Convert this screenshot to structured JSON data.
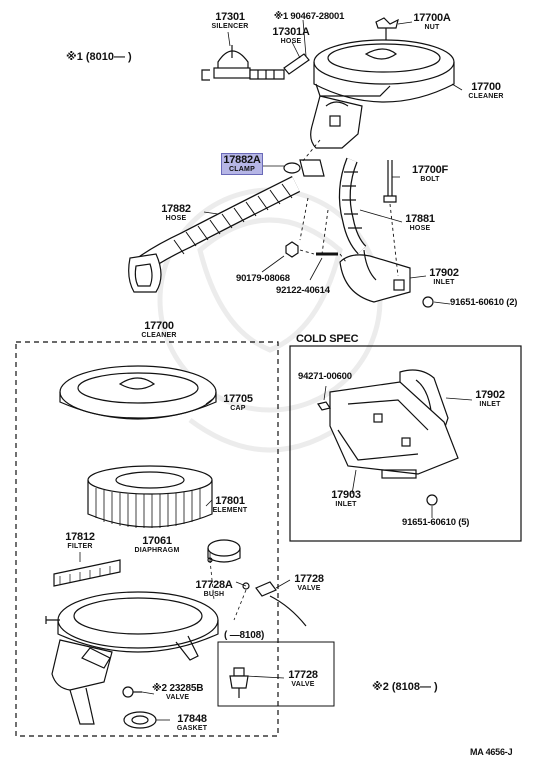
{
  "labels": {
    "silencer_num": "17301",
    "silencer_name": "SILENCER",
    "hose_a_num": "17301A",
    "hose_a_name": "HOSE",
    "hose_b_num": "※1 90467-28001",
    "nut_num": "17700A",
    "nut_name": "NUT",
    "cleaner_top_num": "17700",
    "cleaner_top_name": "CLEANER",
    "clamp_num": "17882A",
    "clamp_name": "CLAMP",
    "bolt_num": "17700F",
    "bolt_name": "BOLT",
    "hose_17882_num": "17882",
    "hose_17882_name": "HOSE",
    "hose_17881_num": "17881",
    "hose_17881_name": "HOSE",
    "part_90179": "90179-08068",
    "part_92122": "92122-40614",
    "inlet_top_num": "17902",
    "inlet_top_name": "INLET",
    "part_91651_top": "91651-60610 (2)",
    "cleaner_box_num": "17700",
    "cleaner_box_name": "CLEANER",
    "cap_num": "17705",
    "cap_name": "CAP",
    "element_num": "17801",
    "element_name": "ELEMENT",
    "filter_num": "17812",
    "filter_name": "FILTER",
    "diaphragm_num": "17061",
    "diaphragm_name": "DIAPHRAGM",
    "bush_num": "17728A",
    "bush_name": "BUSH",
    "valve_a_num": "17728",
    "valve_a_name": "VALVE",
    "valve_b_num": "17728",
    "valve_b_name": "VALVE",
    "valve_c_num": "※2 23285B",
    "valve_c_name": "VALVE",
    "gasket_num": "17848",
    "gasket_name": "GASKET",
    "cold_spec": "COLD SPEC",
    "part_94271": "94271-00600",
    "inlet_cold_num": "17902",
    "inlet_cold_name": "INLET",
    "inlet_17903_num": "17903",
    "inlet_17903_name": "INLET",
    "part_91651_cold": "91651-60610 (5)",
    "range_1": "※1 (8010—     )",
    "range_2": "※2 (8108—       )",
    "range_3": "(     —8108)",
    "footer_code": "MA  4656-J"
  }
}
